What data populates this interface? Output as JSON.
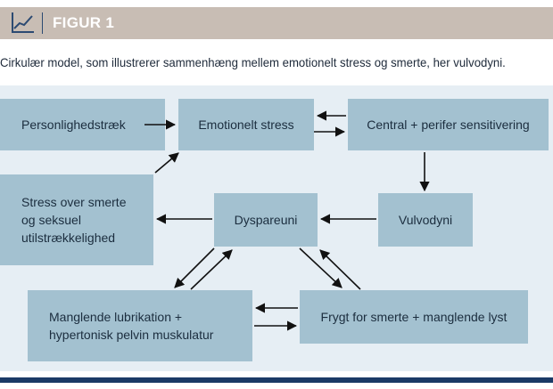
{
  "header": {
    "title": "FIGUR 1",
    "icon": "line-chart-icon"
  },
  "caption": "Cirkulær model, som illustrerer sammenhæng mellem emotionelt stress og smerte, her vulvodyni.",
  "diagram": {
    "nodes": {
      "personlighedstraek": "Personlighedstræk",
      "emotionelt_stress": "Emotionelt stress",
      "central_perifer": "Central + perifer sensitivering",
      "stress_over_smerte": [
        "Stress over smerte",
        "og seksuel",
        "utilstrækkelighed"
      ],
      "dyspareuni": "Dyspareuni",
      "vulvodyni": "Vulvodyni",
      "manglende_lubrikation": [
        "Manglende lubrikation +",
        "hypertonisk pelvin muskulatur"
      ],
      "frygt": "Frygt for smerte + manglende lyst"
    },
    "edges": [
      {
        "from": "personlighedstraek",
        "to": "emotionelt_stress"
      },
      {
        "from": "central_perifer",
        "to": "emotionelt_stress"
      },
      {
        "from": "emotionelt_stress",
        "to": "central_perifer"
      },
      {
        "from": "central_perifer",
        "to": "vulvodyni"
      },
      {
        "from": "vulvodyni",
        "to": "dyspareuni"
      },
      {
        "from": "dyspareuni",
        "to": "stress_over_smerte"
      },
      {
        "from": "stress_over_smerte",
        "to": "emotionelt_stress"
      },
      {
        "from": "dyspareuni",
        "to": "manglende_lubrikation"
      },
      {
        "from": "manglende_lubrikation",
        "to": "dyspareuni"
      },
      {
        "from": "dyspareuni",
        "to": "frygt"
      },
      {
        "from": "frygt",
        "to": "dyspareuni"
      },
      {
        "from": "frygt",
        "to": "manglende_lubrikation"
      },
      {
        "from": "manglende_lubrikation",
        "to": "frygt"
      }
    ]
  },
  "colors": {
    "header_bg": "#c8bdb4",
    "panel_bg": "#e6eef4",
    "box_bg": "#a3c1d0",
    "accent": "#1b3a66"
  }
}
